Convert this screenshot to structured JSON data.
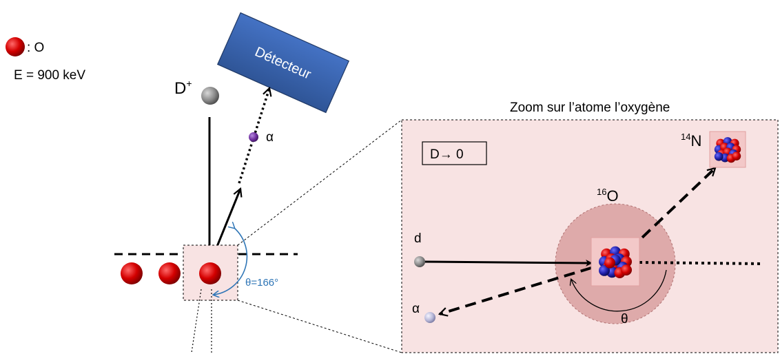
{
  "legend": {
    "oxygen_label": ": O",
    "energy_label": "E = 900 keV"
  },
  "detector": {
    "label": "Détecteur",
    "color": "#2f5597"
  },
  "beam": {
    "particle_label": "D",
    "particle_charge": "+"
  },
  "scattered": {
    "label": "α"
  },
  "angle": {
    "label": "θ=166°",
    "color": "#2e75b6"
  },
  "zoom": {
    "title": "Zoom sur l’atome l’oxygène",
    "box_label": "D→ 0",
    "deuteron_label": "d",
    "alpha_label": "α",
    "theta_label": "θ",
    "oxygen": {
      "mass_number": "16",
      "symbol": "O"
    },
    "nitrogen": {
      "mass_number": "14",
      "symbol": "N"
    },
    "background_color": "#f8e3e3"
  },
  "colors": {
    "oxygen_atom": "#c00000",
    "proton": "#c00000",
    "neutron": "#1f1f9a",
    "alpha_small": "#7030a0",
    "alpha_zoom": "#b8b8d8",
    "deuteron": "#808080"
  }
}
